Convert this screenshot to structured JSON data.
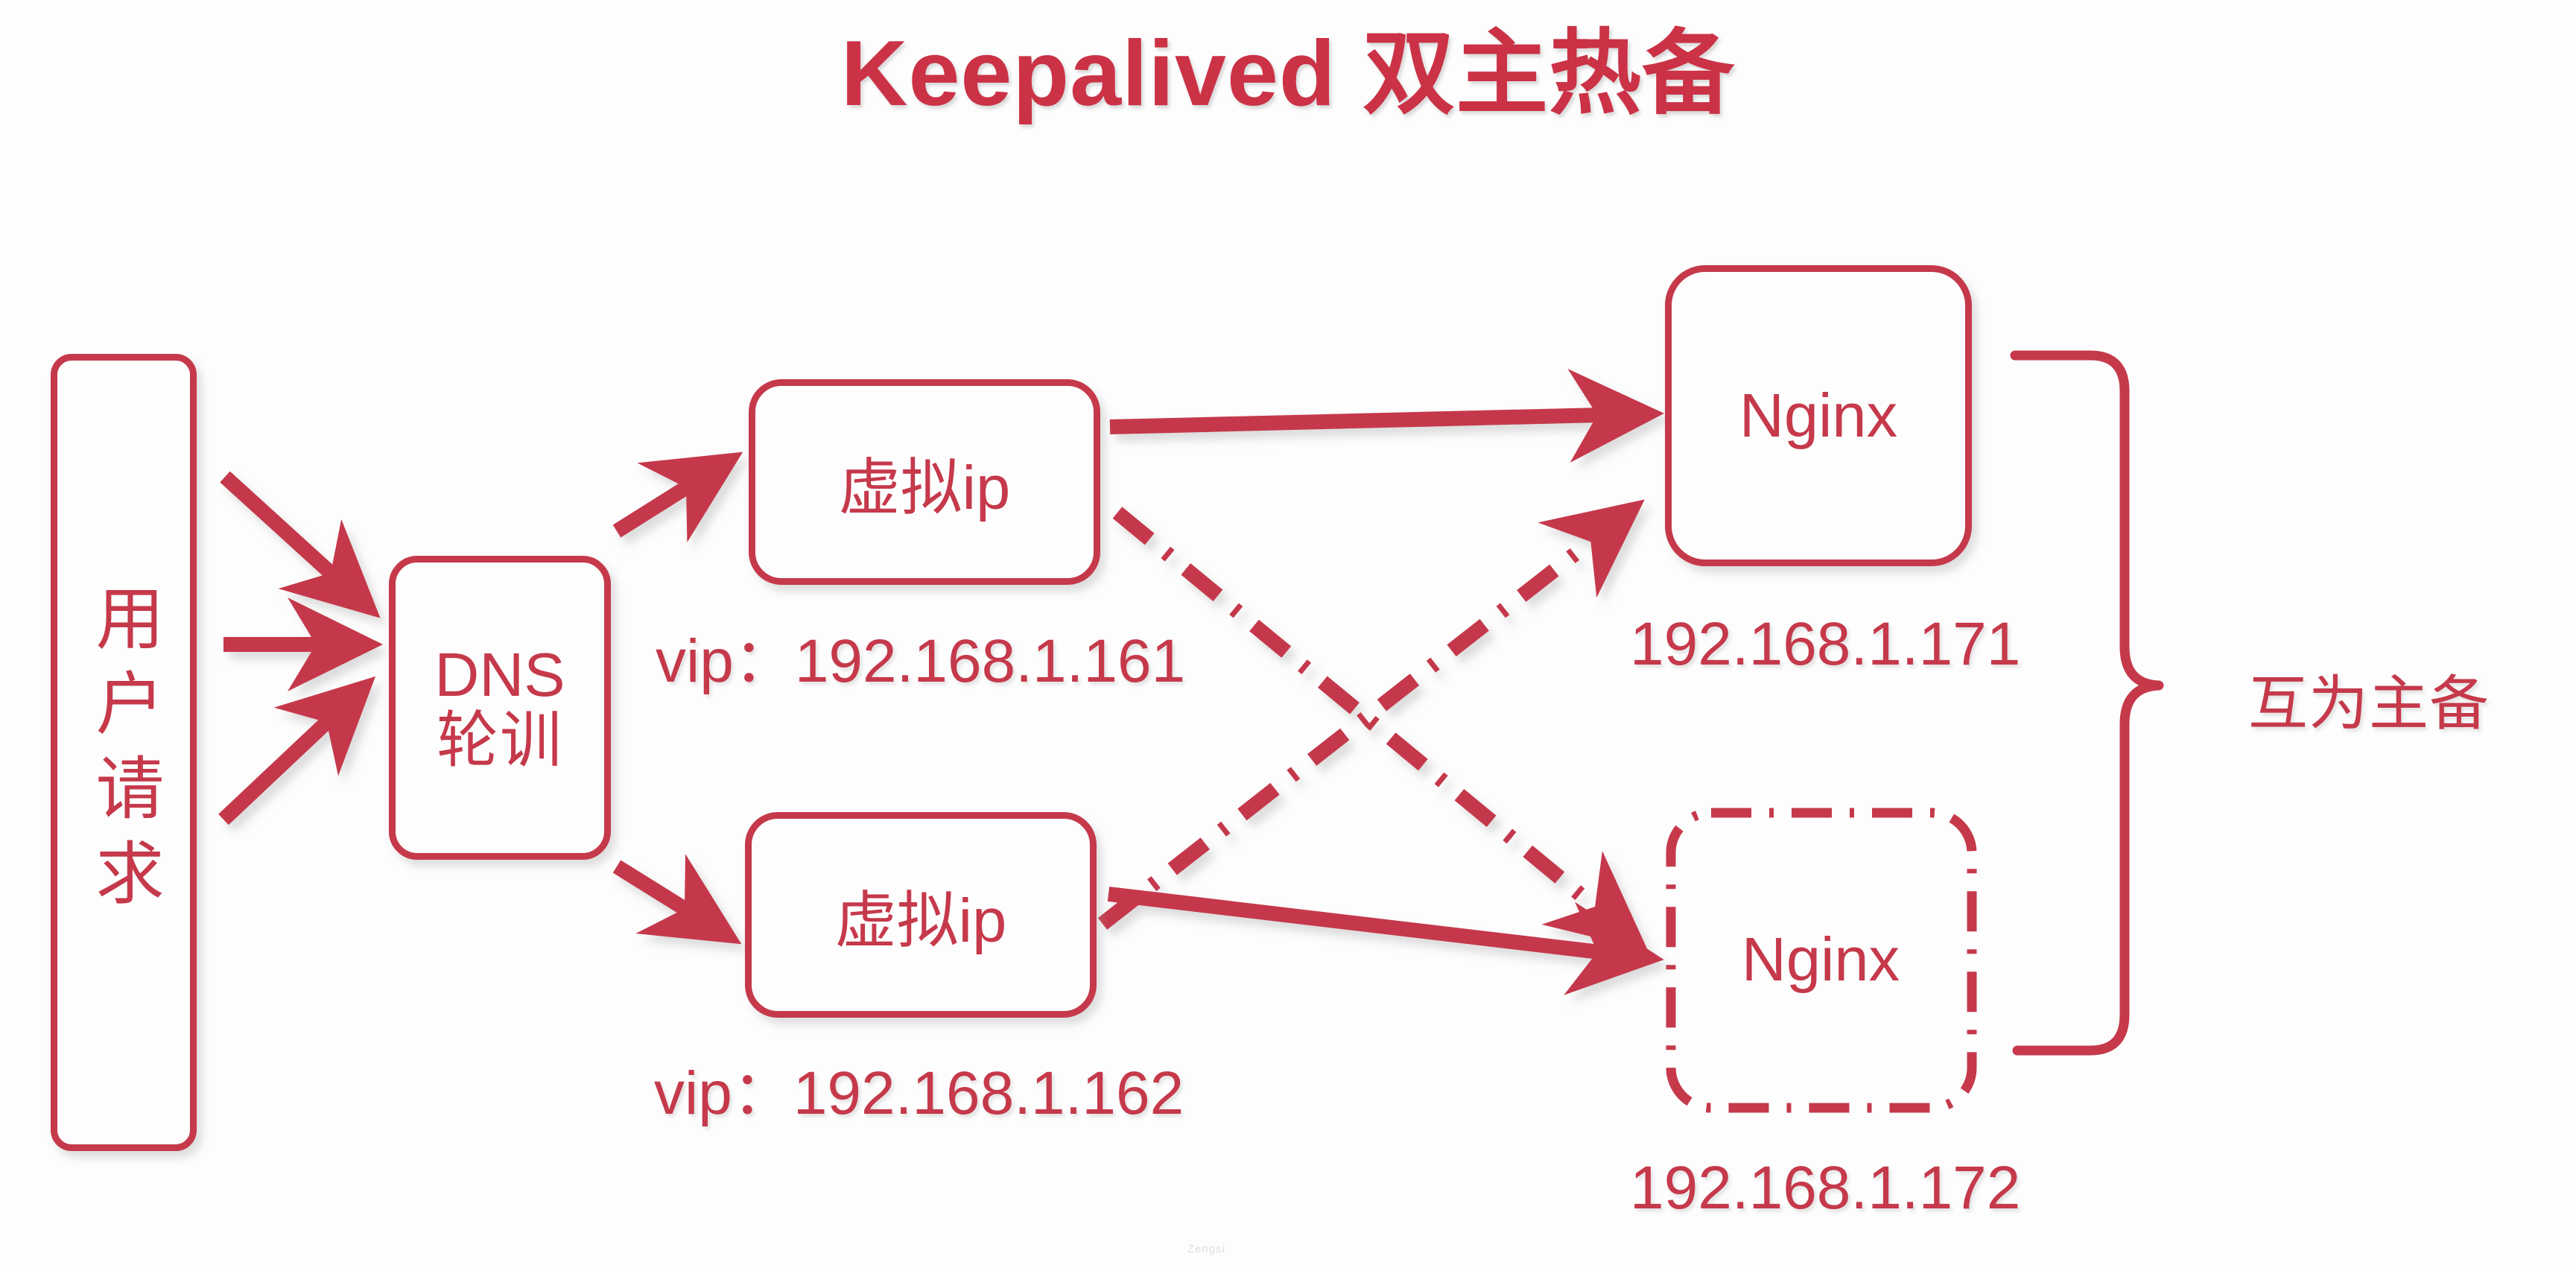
{
  "page": {
    "title": "Keepalived 双主热备",
    "accent_color": "#C5394B",
    "title_color": "#CB3246",
    "background_color": "#FDFDFD",
    "watermark": "Zengsi"
  },
  "nodes": {
    "user_request": {
      "label": "用户请求",
      "shape": "rounded-rect-vertical-text",
      "border": "solid"
    },
    "dns": {
      "line1": "DNS",
      "line2": "轮训",
      "shape": "rounded-rect",
      "border": "solid"
    },
    "vip1": {
      "label": "虚拟ip",
      "shape": "rounded-rect",
      "border": "solid"
    },
    "vip2": {
      "label": "虚拟ip",
      "shape": "rounded-rect",
      "border": "solid"
    },
    "nginx1": {
      "label": "Nginx",
      "shape": "rounded-rect",
      "border": "solid"
    },
    "nginx2": {
      "label": "Nginx",
      "shape": "rounded-rect",
      "border": "dash-dot"
    }
  },
  "labels": {
    "vip1_address": "vip：192.168.1.161",
    "vip2_address": "vip：192.168.1.162",
    "nginx1_address": "192.168.1.171",
    "nginx2_address": "192.168.1.172",
    "ha_note": "互为主备"
  },
  "connections": [
    {
      "from": "user_request",
      "to": "dns",
      "style": "solid",
      "direction": "down-right"
    },
    {
      "from": "user_request",
      "to": "dns",
      "style": "solid",
      "direction": "right"
    },
    {
      "from": "user_request",
      "to": "dns",
      "style": "solid",
      "direction": "up-right"
    },
    {
      "from": "dns",
      "to": "vip1",
      "style": "solid",
      "direction": "up-right"
    },
    {
      "from": "dns",
      "to": "vip2",
      "style": "solid",
      "direction": "down-right"
    },
    {
      "from": "vip1",
      "to": "nginx1",
      "style": "solid",
      "direction": "right"
    },
    {
      "from": "vip2",
      "to": "nginx2",
      "style": "solid",
      "direction": "right"
    },
    {
      "from": "vip1",
      "to": "nginx2",
      "style": "dash-dot",
      "direction": "down-right"
    },
    {
      "from": "vip2",
      "to": "nginx1",
      "style": "dash-dot",
      "direction": "up-right"
    }
  ],
  "brace": {
    "groups": [
      "nginx1",
      "nginx2"
    ],
    "annotation": "互为主备"
  }
}
